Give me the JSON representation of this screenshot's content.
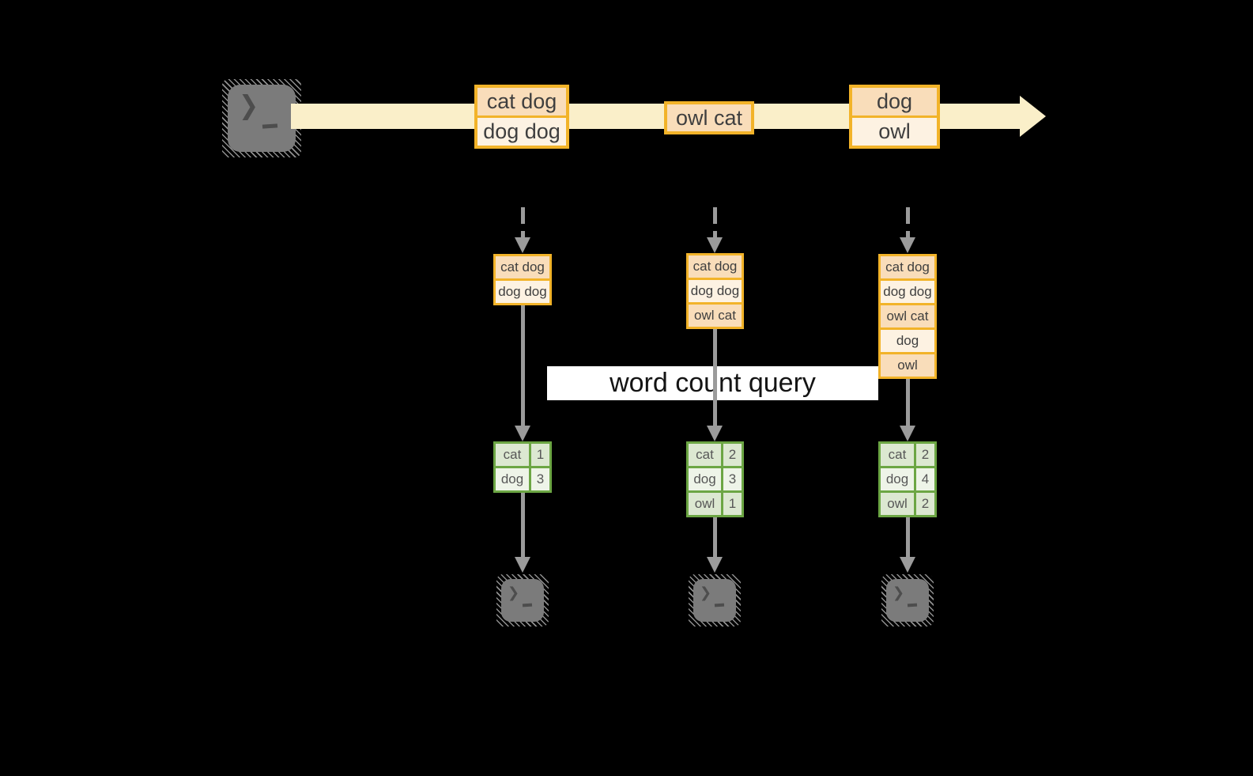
{
  "icons": {
    "prompt_chevron": "❯"
  },
  "stream": {
    "events": [
      {
        "lines": [
          "cat dog",
          "dog dog"
        ]
      },
      {
        "lines": [
          "owl cat"
        ]
      },
      {
        "lines": [
          "dog",
          "owl"
        ]
      }
    ]
  },
  "query": {
    "label": "word count query"
  },
  "columns": [
    {
      "snapshot": [
        "cat dog",
        "dog dog"
      ],
      "counts": [
        {
          "word": "cat",
          "n": 1
        },
        {
          "word": "dog",
          "n": 3
        }
      ]
    },
    {
      "snapshot": [
        "cat dog",
        "dog dog",
        "owl cat"
      ],
      "counts": [
        {
          "word": "cat",
          "n": 2
        },
        {
          "word": "dog",
          "n": 3
        },
        {
          "word": "owl",
          "n": 1
        }
      ]
    },
    {
      "snapshot": [
        "cat dog",
        "dog dog",
        "owl cat",
        "dog",
        "owl"
      ],
      "counts": [
        {
          "word": "cat",
          "n": 2
        },
        {
          "word": "dog",
          "n": 4
        },
        {
          "word": "owl",
          "n": 2
        }
      ]
    }
  ],
  "colors": {
    "background": "#000000",
    "stream_fill": "#faefc9",
    "record_border": "#f2b329",
    "record_fill_dark": "#f9ddba",
    "record_fill_light": "#fdf2e2",
    "table_border": "#6ca644",
    "table_row_dark": "#dce8d1",
    "table_row_light": "#eef4e8",
    "arrow_gray": "#9b9b9b",
    "terminal_gray": "#7b7b7b",
    "query_band_bg": "#ffffff"
  }
}
